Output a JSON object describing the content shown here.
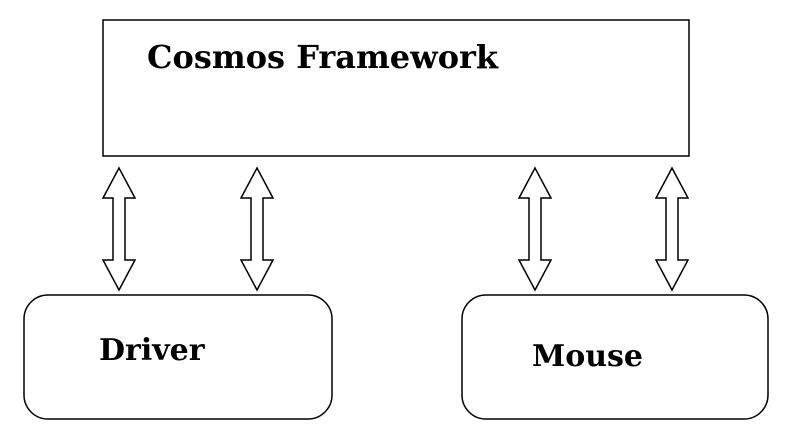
{
  "diagram": {
    "nodes": {
      "framework": {
        "label": "Cosmos Framework"
      },
      "driver": {
        "label": "Driver"
      },
      "mouse": {
        "label": "Mouse"
      }
    },
    "edges": [
      {
        "from": "framework",
        "to": "driver",
        "direction": "bidirectional"
      },
      {
        "from": "framework",
        "to": "driver",
        "direction": "bidirectional"
      },
      {
        "from": "framework",
        "to": "mouse",
        "direction": "bidirectional"
      },
      {
        "from": "framework",
        "to": "mouse",
        "direction": "bidirectional"
      }
    ],
    "colors": {
      "stroke": "#000000",
      "fill": "#ffffff",
      "text": "#000000"
    }
  }
}
